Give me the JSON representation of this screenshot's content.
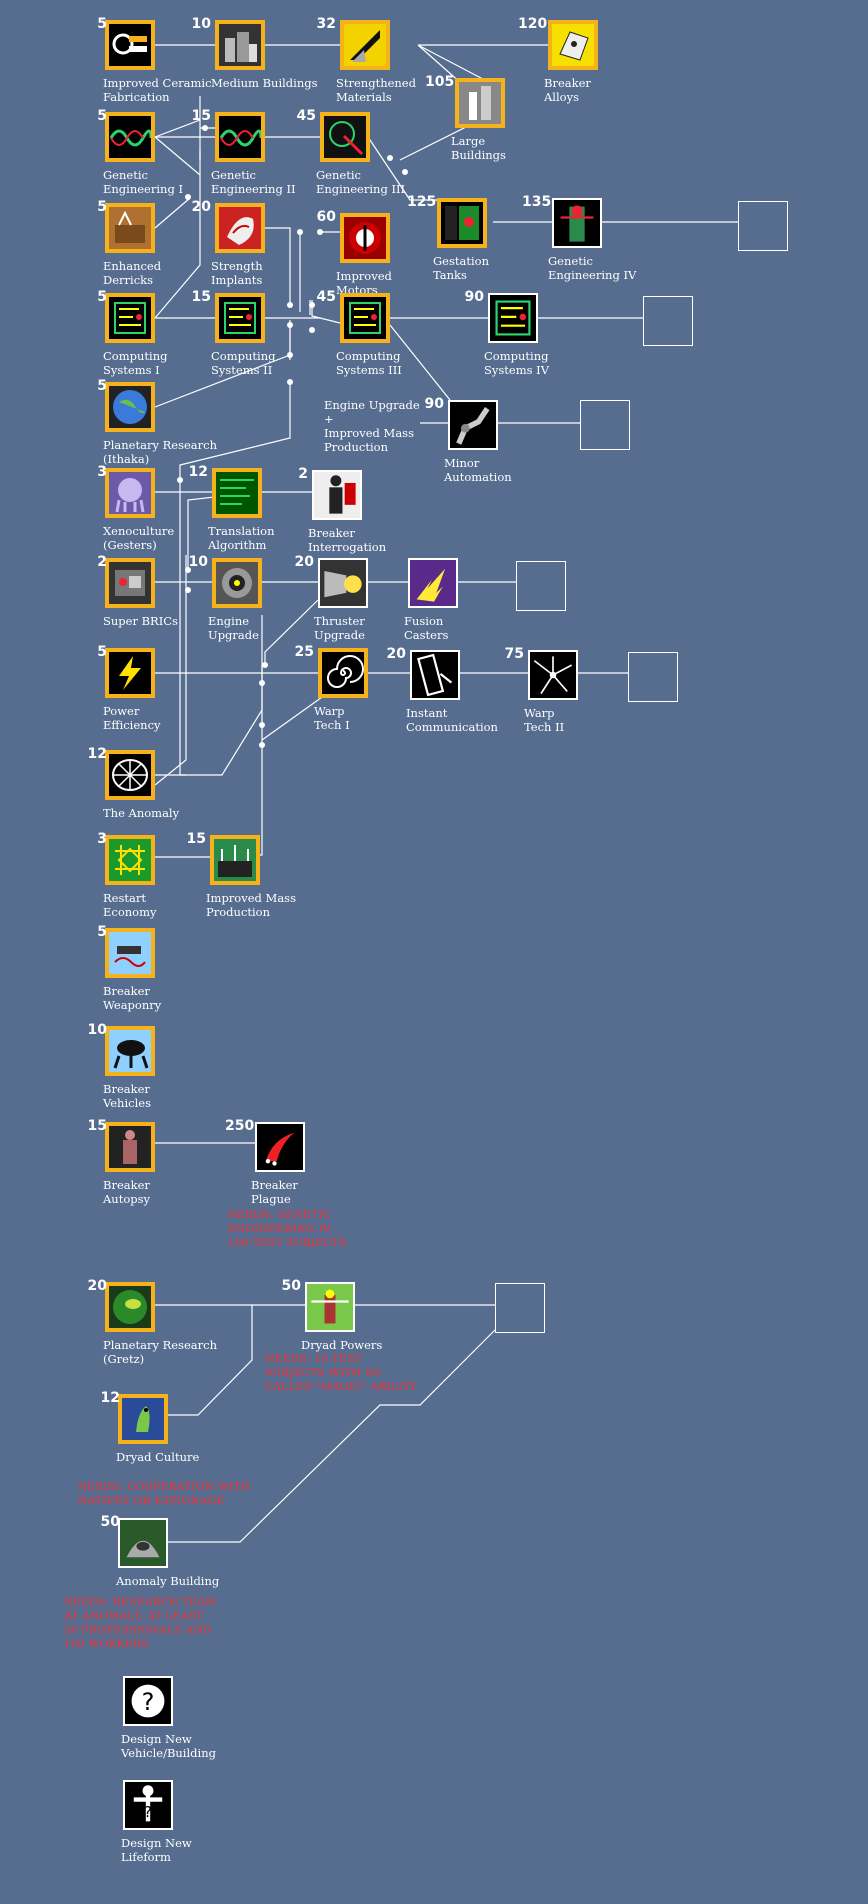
{
  "nodes": [
    {
      "id": "ceramic",
      "label": "Improved Ceramic\nFabrication",
      "cost": "5",
      "icon": "gear-icon"
    },
    {
      "id": "medium",
      "label": "Medium Buildings",
      "cost": "10",
      "icon": "building-icon"
    },
    {
      "id": "strength_mat",
      "label": "Strengthened\nMaterials",
      "cost": "32",
      "icon": "beam-icon"
    },
    {
      "id": "breaker_alloys",
      "label": "Breaker\nAlloys",
      "cost": "120",
      "icon": "alloy-icon"
    },
    {
      "id": "large",
      "label": "Large\nBuildings",
      "cost": "105",
      "icon": "tower-icon"
    },
    {
      "id": "gen1",
      "label": "Genetic\nEngineering I",
      "cost": "5",
      "icon": "dna-icon"
    },
    {
      "id": "gen2",
      "label": "Genetic\nEngineering II",
      "cost": "15",
      "icon": "dna-icon"
    },
    {
      "id": "gen3",
      "label": "Genetic\nEngineering III",
      "cost": "45",
      "icon": "syringe-icon"
    },
    {
      "id": "derricks",
      "label": "Enhanced\nDerricks",
      "cost": "5",
      "icon": "derrick-icon"
    },
    {
      "id": "implants",
      "label": "Strength\nImplants",
      "cost": "20",
      "icon": "implant-icon"
    },
    {
      "id": "motors",
      "label": "Improved\nMotors",
      "cost": "60",
      "icon": "motor-icon"
    },
    {
      "id": "gestation",
      "label": "Gestation\nTanks",
      "cost": "125",
      "icon": "tank-icon"
    },
    {
      "id": "gen4",
      "label": "Genetic\nEngineering IV",
      "cost": "135",
      "icon": "creature-icon"
    },
    {
      "id": "comp1",
      "label": "Computing\nSystems I",
      "cost": "5",
      "icon": "circuit-icon"
    },
    {
      "id": "comp2",
      "label": "Computing\nSystems II",
      "cost": "15",
      "icon": "circuit-icon"
    },
    {
      "id": "comp3",
      "label": "Computing\nSystems III",
      "cost": "45",
      "icon": "circuit-icon"
    },
    {
      "id": "comp4",
      "label": "Computing\nSystems IV",
      "cost": "90",
      "icon": "circuit-icon"
    },
    {
      "id": "planet_ithaka",
      "label": "Planetary Research\n(Ithaka)",
      "cost": "5",
      "icon": "planet-icon"
    },
    {
      "id": "minor_auto",
      "label": "Minor\nAutomation",
      "cost": "90",
      "icon": "robot-arm-icon"
    },
    {
      "id": "xeno",
      "label": "Xenoculture\n(Gesters)",
      "cost": "3",
      "icon": "alien-icon"
    },
    {
      "id": "translation",
      "label": "Translation\nAlgorithm",
      "cost": "12",
      "icon": "terminal-icon"
    },
    {
      "id": "interrogation",
      "label": "Breaker\nInterrogation",
      "cost": "2",
      "icon": "figure-icon"
    },
    {
      "id": "bric",
      "label": "Super BRICs",
      "cost": "2",
      "icon": "brick-icon"
    },
    {
      "id": "engine",
      "label": "Engine\nUpgrade",
      "cost": "10",
      "icon": "engine-icon"
    },
    {
      "id": "thruster",
      "label": "Thruster\nUpgrade",
      "cost": "20",
      "icon": "thruster-icon"
    },
    {
      "id": "fusion",
      "label": "Fusion\nCasters",
      "cost": "",
      "icon": "fusion-icon"
    },
    {
      "id": "power",
      "label": "Power\nEfficiency",
      "cost": "5",
      "icon": "lightning-icon"
    },
    {
      "id": "warp1",
      "label": "Warp\nTech I",
      "cost": "25",
      "icon": "spiral-icon"
    },
    {
      "id": "instant",
      "label": "Instant\nCommunication",
      "cost": "20",
      "icon": "phone-icon"
    },
    {
      "id": "warp2",
      "label": "Warp\nTech II",
      "cost": "75",
      "icon": "star-icon"
    },
    {
      "id": "anomaly",
      "label": "The Anomaly",
      "cost": "12",
      "icon": "anomaly-icon"
    },
    {
      "id": "restart",
      "label": "Restart\nEconomy",
      "cost": "3",
      "icon": "grid-icon"
    },
    {
      "id": "mass_prod",
      "label": "Improved Mass\nProduction",
      "cost": "15",
      "icon": "factory-icon"
    },
    {
      "id": "weaponry",
      "label": "Breaker\nWeaponry",
      "cost": "5",
      "icon": "weapon-icon"
    },
    {
      "id": "vehicles",
      "label": "Breaker\nVehicles",
      "cost": "10",
      "icon": "vehicle-icon"
    },
    {
      "id": "autopsy",
      "label": "Breaker\nAutopsy",
      "cost": "15",
      "icon": "autopsy-icon"
    },
    {
      "id": "plague",
      "label": "Breaker\nPlague",
      "cost": "250",
      "icon": "claw-icon"
    },
    {
      "id": "planet_gretz",
      "label": "Planetary Research\n(Gretz)",
      "cost": "20",
      "icon": "planet-green-icon"
    },
    {
      "id": "dryad_powers",
      "label": "Dryad Powers",
      "cost": "50",
      "icon": "dryad-icon"
    },
    {
      "id": "dryad_culture",
      "label": "Dryad Culture",
      "cost": "12",
      "icon": "bird-icon"
    },
    {
      "id": "anomaly_bldg",
      "label": "Anomaly Building",
      "cost": "50",
      "icon": "dome-icon"
    },
    {
      "id": "design_vehicle",
      "label": "Design New\nVehicle/Building",
      "cost": "",
      "icon": "question-gear-icon"
    },
    {
      "id": "design_life",
      "label": "Design New\nLifeform",
      "cost": "",
      "icon": "question-figure-icon"
    }
  ],
  "engine_combo_label": "Engine Upgrade\n+\nImproved Mass\nProduction",
  "requirements": {
    "plague": "NEEDS: GENETIC\nENGINEERING IV,\n100 TEST SUBJECTS",
    "dryad_powers": "NEEDS: 10 TEST\nSUBJECTS WITH SO\nCALLED \"MAGIC\" ABILITY",
    "dryad_culture": "NEEDS: COOPERATION WITH\nNATIVES OR ESPIONAGE",
    "anomaly_bldg": "NEEDS: RESEARCH TEAM\nAT ANOMALY, AT LEAST\n50 PROFESSIONALS AND\n100 WORKERS"
  },
  "colors": {
    "background": "#566d8f",
    "frame": "#f6b21a",
    "wire": "#ffffff",
    "requirement": "#ff2a2a"
  }
}
